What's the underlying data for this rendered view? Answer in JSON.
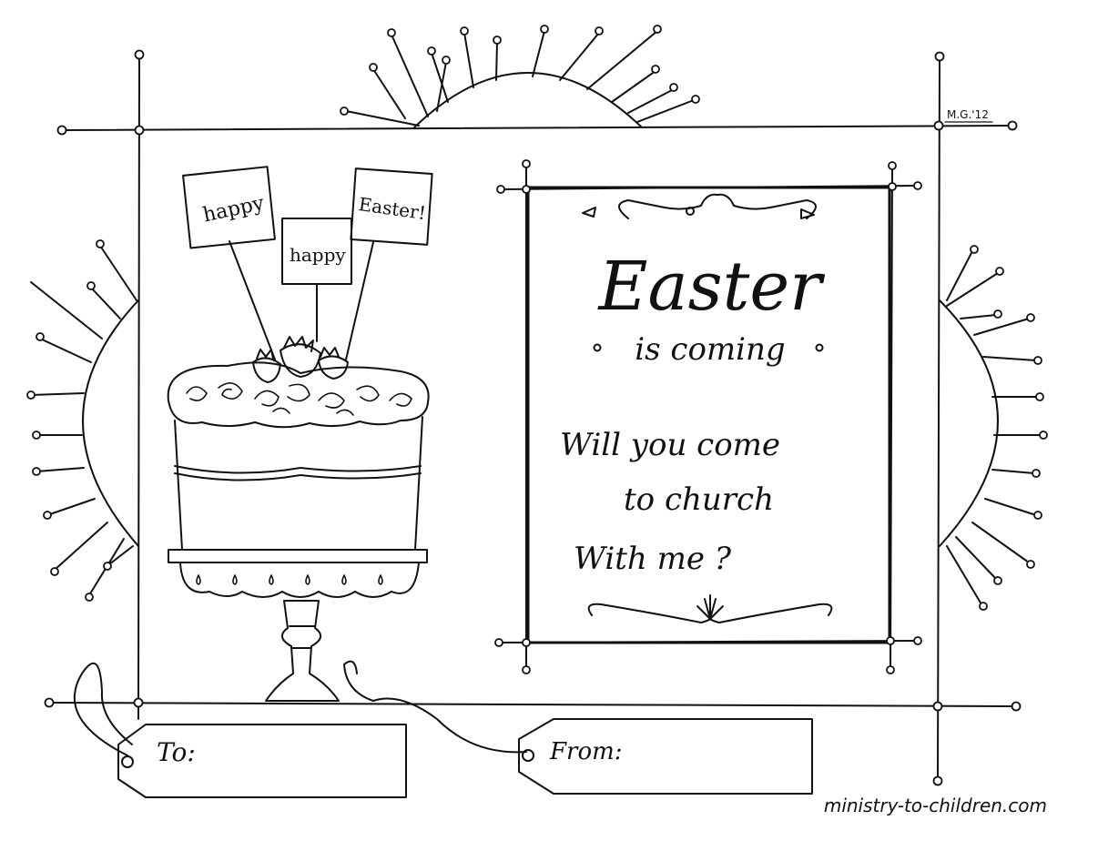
{
  "artist_mark": "M.G.'12",
  "cake": {
    "flags": [
      "happy",
      "happy",
      "Easter!"
    ]
  },
  "card": {
    "title": "Easter",
    "subtitle": "is coming",
    "message_lines": [
      "Will you come",
      "to church",
      "With me ?"
    ]
  },
  "tags": {
    "to_label": "To:",
    "from_label": "From:"
  },
  "footer": {
    "website": "ministry-to-children.com"
  }
}
